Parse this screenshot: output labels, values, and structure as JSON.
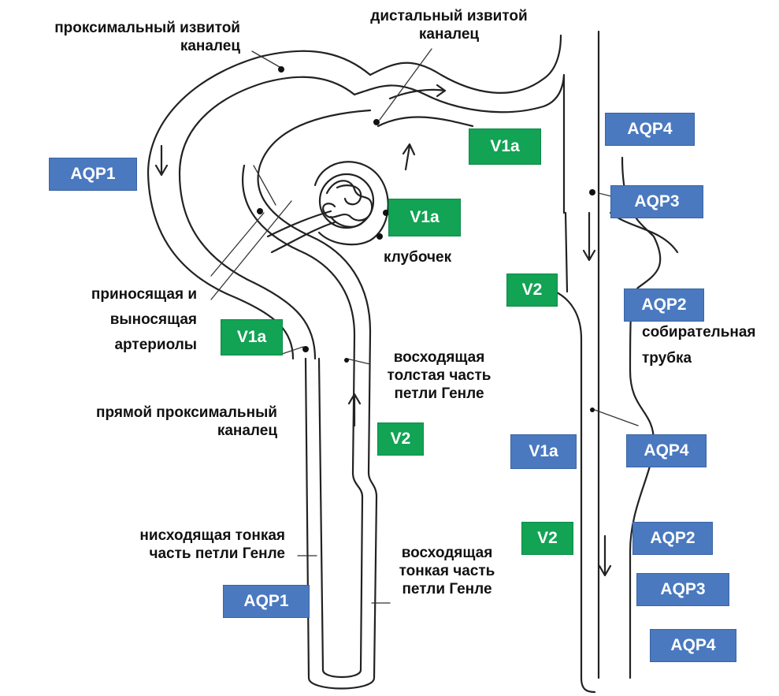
{
  "labels": {
    "proximal_convoluted": [
      "проксимальный извитой",
      "каналец"
    ],
    "distal_convoluted": [
      "дистальный извитой",
      "каналец"
    ],
    "glomerulus": "клубочек",
    "arterioles": [
      "приносящая и",
      "выносящая",
      "артериолы"
    ],
    "thick_ascending": [
      "восходящая",
      "толстая часть",
      "петли  Генле"
    ],
    "straight_proximal": [
      "прямой проксимальный",
      "каналец"
    ],
    "thin_descending": [
      "нисходящая тонкая",
      "часть  петли  Генле"
    ],
    "thin_ascending": [
      "восходящая",
      "тонкая часть",
      "петли  Генле"
    ],
    "collecting_duct": [
      "собирательная",
      "трубка"
    ]
  },
  "badges": {
    "aqp1_top": "AQP1",
    "aqp1_bottom": "AQP1",
    "v1a_distal": "V1a",
    "v1a_glomerulus": "V1a",
    "v1a_arterioles": "V1a",
    "v1a_duct": "V1a",
    "v2_mid": "V2",
    "v2_loop": "V2",
    "v2_lower": "V2",
    "aqp4_top": "AQP4",
    "aqp3_top": "AQP3",
    "aqp2_top": "AQP2",
    "aqp4_mid": "AQP4",
    "aqp2_bottom": "AQP2",
    "aqp3_bottom": "AQP3",
    "aqp4_bottom": "AQP4"
  },
  "colors": {
    "aquaporin": "#4a79bf",
    "vasopressin_receptor": "#12a354",
    "outline": "#222222"
  }
}
